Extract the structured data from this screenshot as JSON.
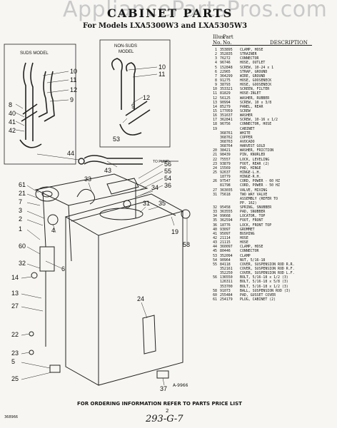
{
  "watermark": "AppliancePartsPros.com",
  "title": "CABINET PARTS",
  "subtitle": "For Models LXA5300W3 and LXA5305W3",
  "parts_list": {
    "header": {
      "illus": "Illus.",
      "no": "No.",
      "part": "Part",
      "part_no": "No.",
      "description": "DESCRIPTION"
    },
    "rows": [
      [
        "1",
        "353895",
        "CLAMP, HOSE"
      ],
      [
        "2",
        "352835",
        "STRAINER"
      ],
      [
        "3",
        "76272",
        "CONNECTOR"
      ],
      [
        "4",
        "96746",
        "HOSE, OUTLET"
      ],
      [
        "5",
        "152848",
        "SCREW, 10-24 x 1"
      ],
      [
        "6",
        "22965",
        "STRAP, GROUND"
      ],
      [
        "7",
        "364299",
        "WIRE, GROUND"
      ],
      [
        "8",
        "91275",
        "HOSE, GOOSENECK"
      ],
      [
        "9",
        "38793",
        "HOSE, GOOSENECK"
      ],
      [
        "10",
        "353321",
        "SCREEN, FILTER"
      ],
      [
        "11",
        "81829",
        "HOSE-INLET"
      ],
      [
        "12",
        "56125",
        "WASHER, RUBBER"
      ],
      [
        "13",
        "90994",
        "SCREW, 10 x 3/8"
      ],
      [
        "14",
        "85279",
        "PANEL, REAR"
      ],
      [
        "15",
        "177059",
        "SCREW"
      ],
      [
        "16",
        "351637",
        "WASHER"
      ],
      [
        "17",
        "362841",
        "SCREW, 10-16 x 1/2"
      ],
      [
        "18",
        "96756",
        "CONNECTOR, HOSE"
      ],
      [
        "19",
        "",
        "CABINET"
      ],
      [
        "",
        "368761",
        "WHITE"
      ],
      [
        "",
        "368762",
        "COPPER"
      ],
      [
        "",
        "368763",
        "AVOCADO"
      ],
      [
        "",
        "368764",
        "HARVEST GOLD"
      ],
      [
        "20",
        "38421",
        "WASHER, FRICTION"
      ],
      [
        "21",
        "98439",
        "PIN, KNURLED"
      ],
      [
        "22",
        "75557",
        "LOCK, LEVELING"
      ],
      [
        "23",
        "93879",
        "FOOT, REAR (2)"
      ],
      [
        "24",
        "15569",
        "PAD, HINGE"
      ],
      [
        "25",
        "92637",
        "HINGE-L.H."
      ],
      [
        "",
        "18779",
        "HINGE-R.H."
      ],
      [
        "26",
        "97547",
        "CORD, POWER - 60 HZ"
      ],
      [
        "",
        "81798",
        "CORD, POWER - 50 HZ"
      ],
      [
        "27",
        "363035",
        "VALVE, MIXING"
      ],
      [
        "31",
        "75618",
        "TWO WAY VALVE"
      ],
      [
        "",
        "",
        "ASSEMBLY (REFER TO"
      ],
      [
        "",
        "",
        "PP. 162)"
      ],
      [
        "32",
        "95458",
        "SPRING, SNUBBER"
      ],
      [
        "33",
        "363555",
        "PAD, SNUBBER"
      ],
      [
        "34",
        "99668",
        "LOCATOR, TOP"
      ],
      [
        "35",
        "362594",
        "FOOT, FRONT"
      ],
      [
        "36",
        "18776",
        "LOCK, FRONT TOP"
      ],
      [
        "40",
        "93097",
        "GROMMET"
      ],
      [
        "41",
        "95097",
        "BUSHING"
      ],
      [
        "42",
        "21114",
        "HOSE"
      ],
      [
        "43",
        "21115",
        "HOSE"
      ],
      [
        "44",
        "360097",
        "CLAMP, HOSE"
      ],
      [
        "45",
        "80446",
        "CONNECTOR"
      ],
      [
        "53",
        "352094",
        "CLAMP"
      ],
      [
        "54",
        "90964",
        "NUT, 5/16-18"
      ],
      [
        "55",
        "84118",
        "COVER, SUSPENSION ROD R.R."
      ],
      [
        "",
        "352161",
        "COVER, SUSPENSION ROD R.F."
      ],
      [
        "",
        "352250",
        "COVER, SUSPENSION ROD L.F."
      ],
      [
        "56",
        "136550",
        "BOLT, 5/16-18 x 1/2 (3)"
      ],
      [
        "",
        "126311",
        "BOLT, 5/16-18 x 5/8 (3)"
      ],
      [
        "",
        "353700",
        "BOLT, 5/16-18 x 1/2 (3)"
      ],
      [
        "58",
        "91073",
        "BALL, SUSPENSION ROD (3)"
      ],
      [
        "60",
        "255484",
        "PAD, GUSSET COVER"
      ],
      [
        "61",
        "254179",
        "PLUG, CABINET (2)"
      ]
    ]
  },
  "diagram": {
    "suds_label": "SUDS MODEL",
    "non_suds_label_1": "NON-SUDS",
    "non_suds_label_2": "MODEL",
    "to_pump": "TO PUMP",
    "callouts": [
      "10",
      "11",
      "12",
      "9",
      "8",
      "40",
      "41",
      "42",
      "10",
      "11",
      "12",
      "9",
      "53",
      "44",
      "43",
      "56",
      "55",
      "54",
      "36",
      "33",
      "34",
      "31",
      "35",
      "61",
      "21",
      "7",
      "3",
      "2",
      "1",
      "60",
      "32",
      "14",
      "13",
      "27",
      "22",
      "23",
      "5",
      "25",
      "37",
      "24",
      "4",
      "6",
      "58",
      "19"
    ]
  },
  "figure_code": "A-9966",
  "footer": "FOR ORDERING INFORMATION REFER TO PARTS PRICE LIST",
  "page_number": "2",
  "document_code": "368966",
  "handwritten": "293-G-7"
}
